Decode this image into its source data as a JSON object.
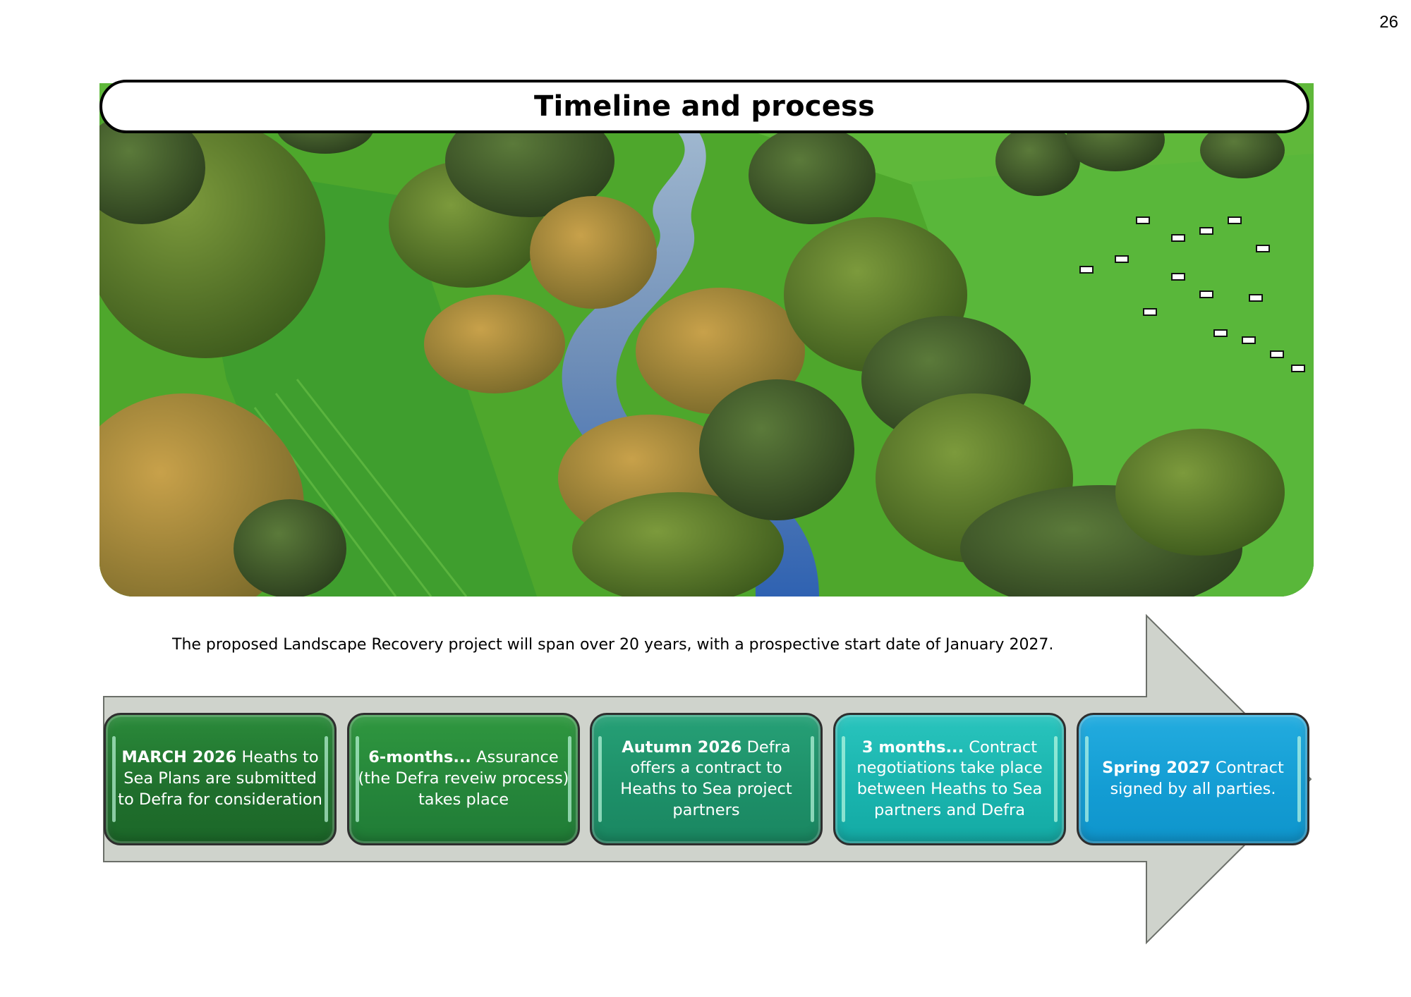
{
  "page": {
    "number": "26"
  },
  "header": {
    "title": "Timeline and process"
  },
  "intro": {
    "text": "The proposed Landscape Recovery project will span over 20 years, with a prospective start date of January 2027."
  },
  "steps": [
    {
      "bold": "MARCH 2026",
      "text": " Heaths to Sea Plans are submitted to Defra for consideration"
    },
    {
      "bold": "6-months...",
      "text": " Assurance (the Defra reveiw process) takes place"
    },
    {
      "bold": "Autumn 2026",
      "text": " Defra offers a contract to Heaths to Sea project partners"
    },
    {
      "bold": "3 months...",
      "text": " Contract negotiations  take place between Heaths to Sea partners and Defra"
    },
    {
      "bold": "Spring 2027",
      "text": " Contract signed by all parties."
    }
  ],
  "colors": {
    "arrow_fill": "#cfd3cc",
    "arrow_stroke": "#6b6f69",
    "step_1": "#1f6e2c",
    "step_2": "#25853a",
    "step_3": "#1d8f68",
    "step_4": "#19b3ad",
    "step_5": "#139cd3"
  }
}
